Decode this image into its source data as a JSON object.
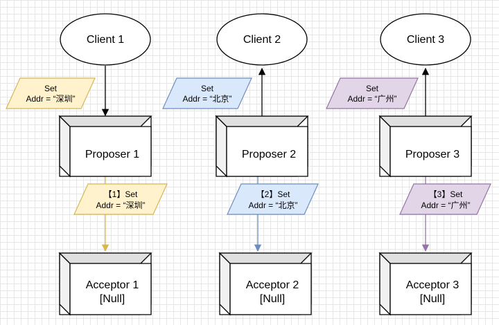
{
  "clients": [
    {
      "label": "Client 1"
    },
    {
      "label": "Client 2"
    },
    {
      "label": "Client 3"
    }
  ],
  "proposers": [
    {
      "label": "Proposer 1"
    },
    {
      "label": "Proposer 2"
    },
    {
      "label": "Proposer 3"
    }
  ],
  "acceptors": [
    {
      "label": "Acceptor 1",
      "value": "[Null]"
    },
    {
      "label": "Acceptor 2",
      "value": "[Null]"
    },
    {
      "label": "Acceptor 3",
      "value": "[Null]"
    }
  ],
  "client_requests": [
    {
      "line1": "Set",
      "line2": "Addr = “深圳”"
    },
    {
      "line1": "Set",
      "line2": "Addr = “北京”"
    },
    {
      "line1": "Set",
      "line2": "Addr = “广州”"
    }
  ],
  "proposals": [
    {
      "line1": "【1】Set",
      "line2": "Addr = “深圳”"
    },
    {
      "line1": "【2】Set",
      "line2": "Addr = “北京”"
    },
    {
      "line1": "【3】Set",
      "line2": "Addr = “广州”"
    }
  ],
  "colors": {
    "yellow_fill": "#fff2cc",
    "yellow_stroke": "#d6b656",
    "blue_fill": "#dae8fc",
    "blue_stroke": "#6c8ebf",
    "purple_fill": "#e1d5e7",
    "purple_stroke": "#9673a6",
    "line": "#000000"
  }
}
